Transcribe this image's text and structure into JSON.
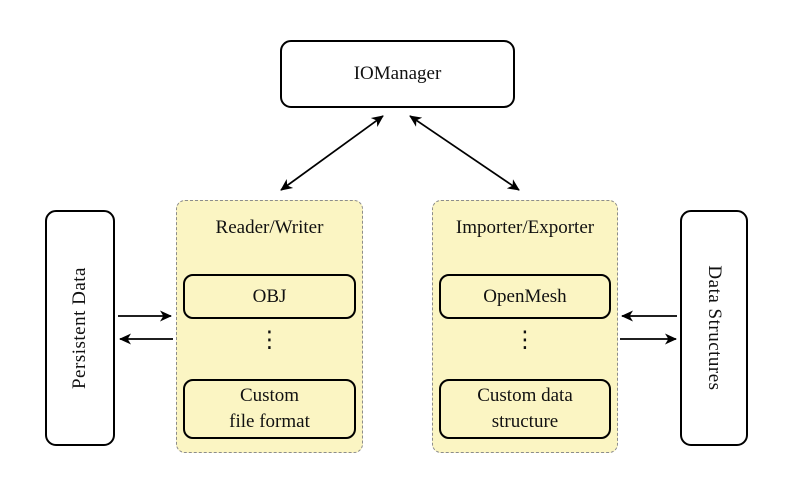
{
  "diagram": {
    "iomanager": {
      "label": "IOManager"
    },
    "persistent_data": {
      "label": "Persistent Data"
    },
    "data_structures": {
      "label": "Data Structures"
    },
    "reader_writer": {
      "title": "Reader/Writer",
      "first_item": "OBJ",
      "ellipsis": "⋮",
      "last_item_line1": "Custom",
      "last_item_line2": "file format"
    },
    "importer_exporter": {
      "title": "Importer/Exporter",
      "first_item": "OpenMesh",
      "ellipsis": "⋮",
      "last_item_line1": "Custom data",
      "last_item_line2": "structure"
    },
    "colors": {
      "group_fill": "#fbf5c3",
      "group_border": "#8c8c8c",
      "node_border": "#000000",
      "background": "#ffffff"
    }
  }
}
